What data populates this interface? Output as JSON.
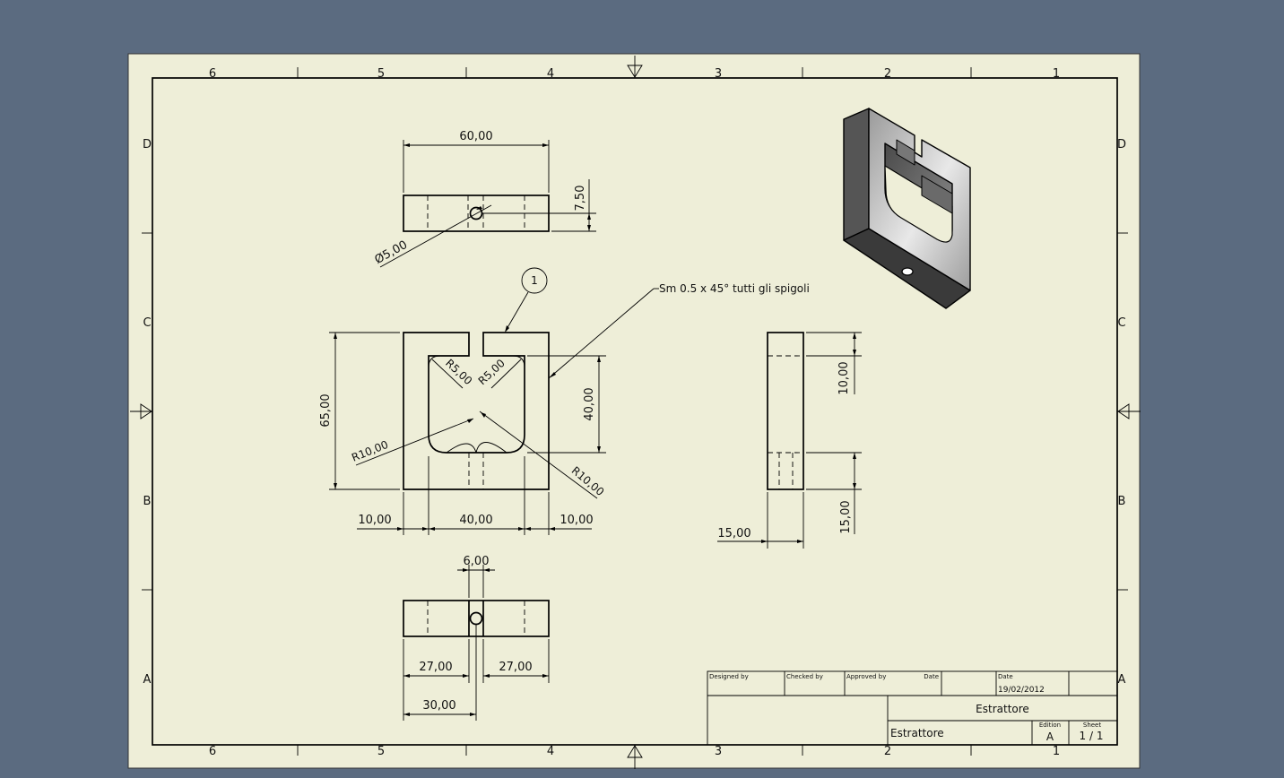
{
  "sheet": {
    "background": "#5b6b80",
    "paper": "#eeeed8",
    "columns": [
      "6",
      "5",
      "4",
      "3",
      "2",
      "1"
    ],
    "rows": [
      "D",
      "C",
      "B",
      "A"
    ]
  },
  "dimensions": {
    "top_width": "60,00",
    "top_height": "7,50",
    "hole_dia": "Ø5,00",
    "balloon": "1",
    "chamfer_note": "Sm 0.5 x 45° tutti gli spigoli",
    "front_height": "65,00",
    "r5_left": "R5,00",
    "r5_right": "R5,00",
    "inner_height": "40,00",
    "r10_left": "R10,00",
    "r10_right": "R10,00",
    "bottom_left": "10,00",
    "bottom_mid": "40,00",
    "bottom_right": "10,00",
    "side_top": "10,00",
    "side_bottom": "15,00",
    "side_width": "15,00",
    "slot_width": "6,00",
    "bot_left": "27,00",
    "bot_right": "27,00",
    "bot_overall": "30,00"
  },
  "title_block": {
    "designed_by": "Designed by",
    "checked_by": "Checked by",
    "approved_by": "Approved by",
    "date_label_1": "Date",
    "date_label_2": "Date",
    "date_value": "19/02/2012",
    "title": "Estrattore",
    "part_name": "Estrattore",
    "edition_label": "Edition",
    "edition_value": "A",
    "sheet_label": "Sheet",
    "sheet_value": "1 / 1"
  }
}
